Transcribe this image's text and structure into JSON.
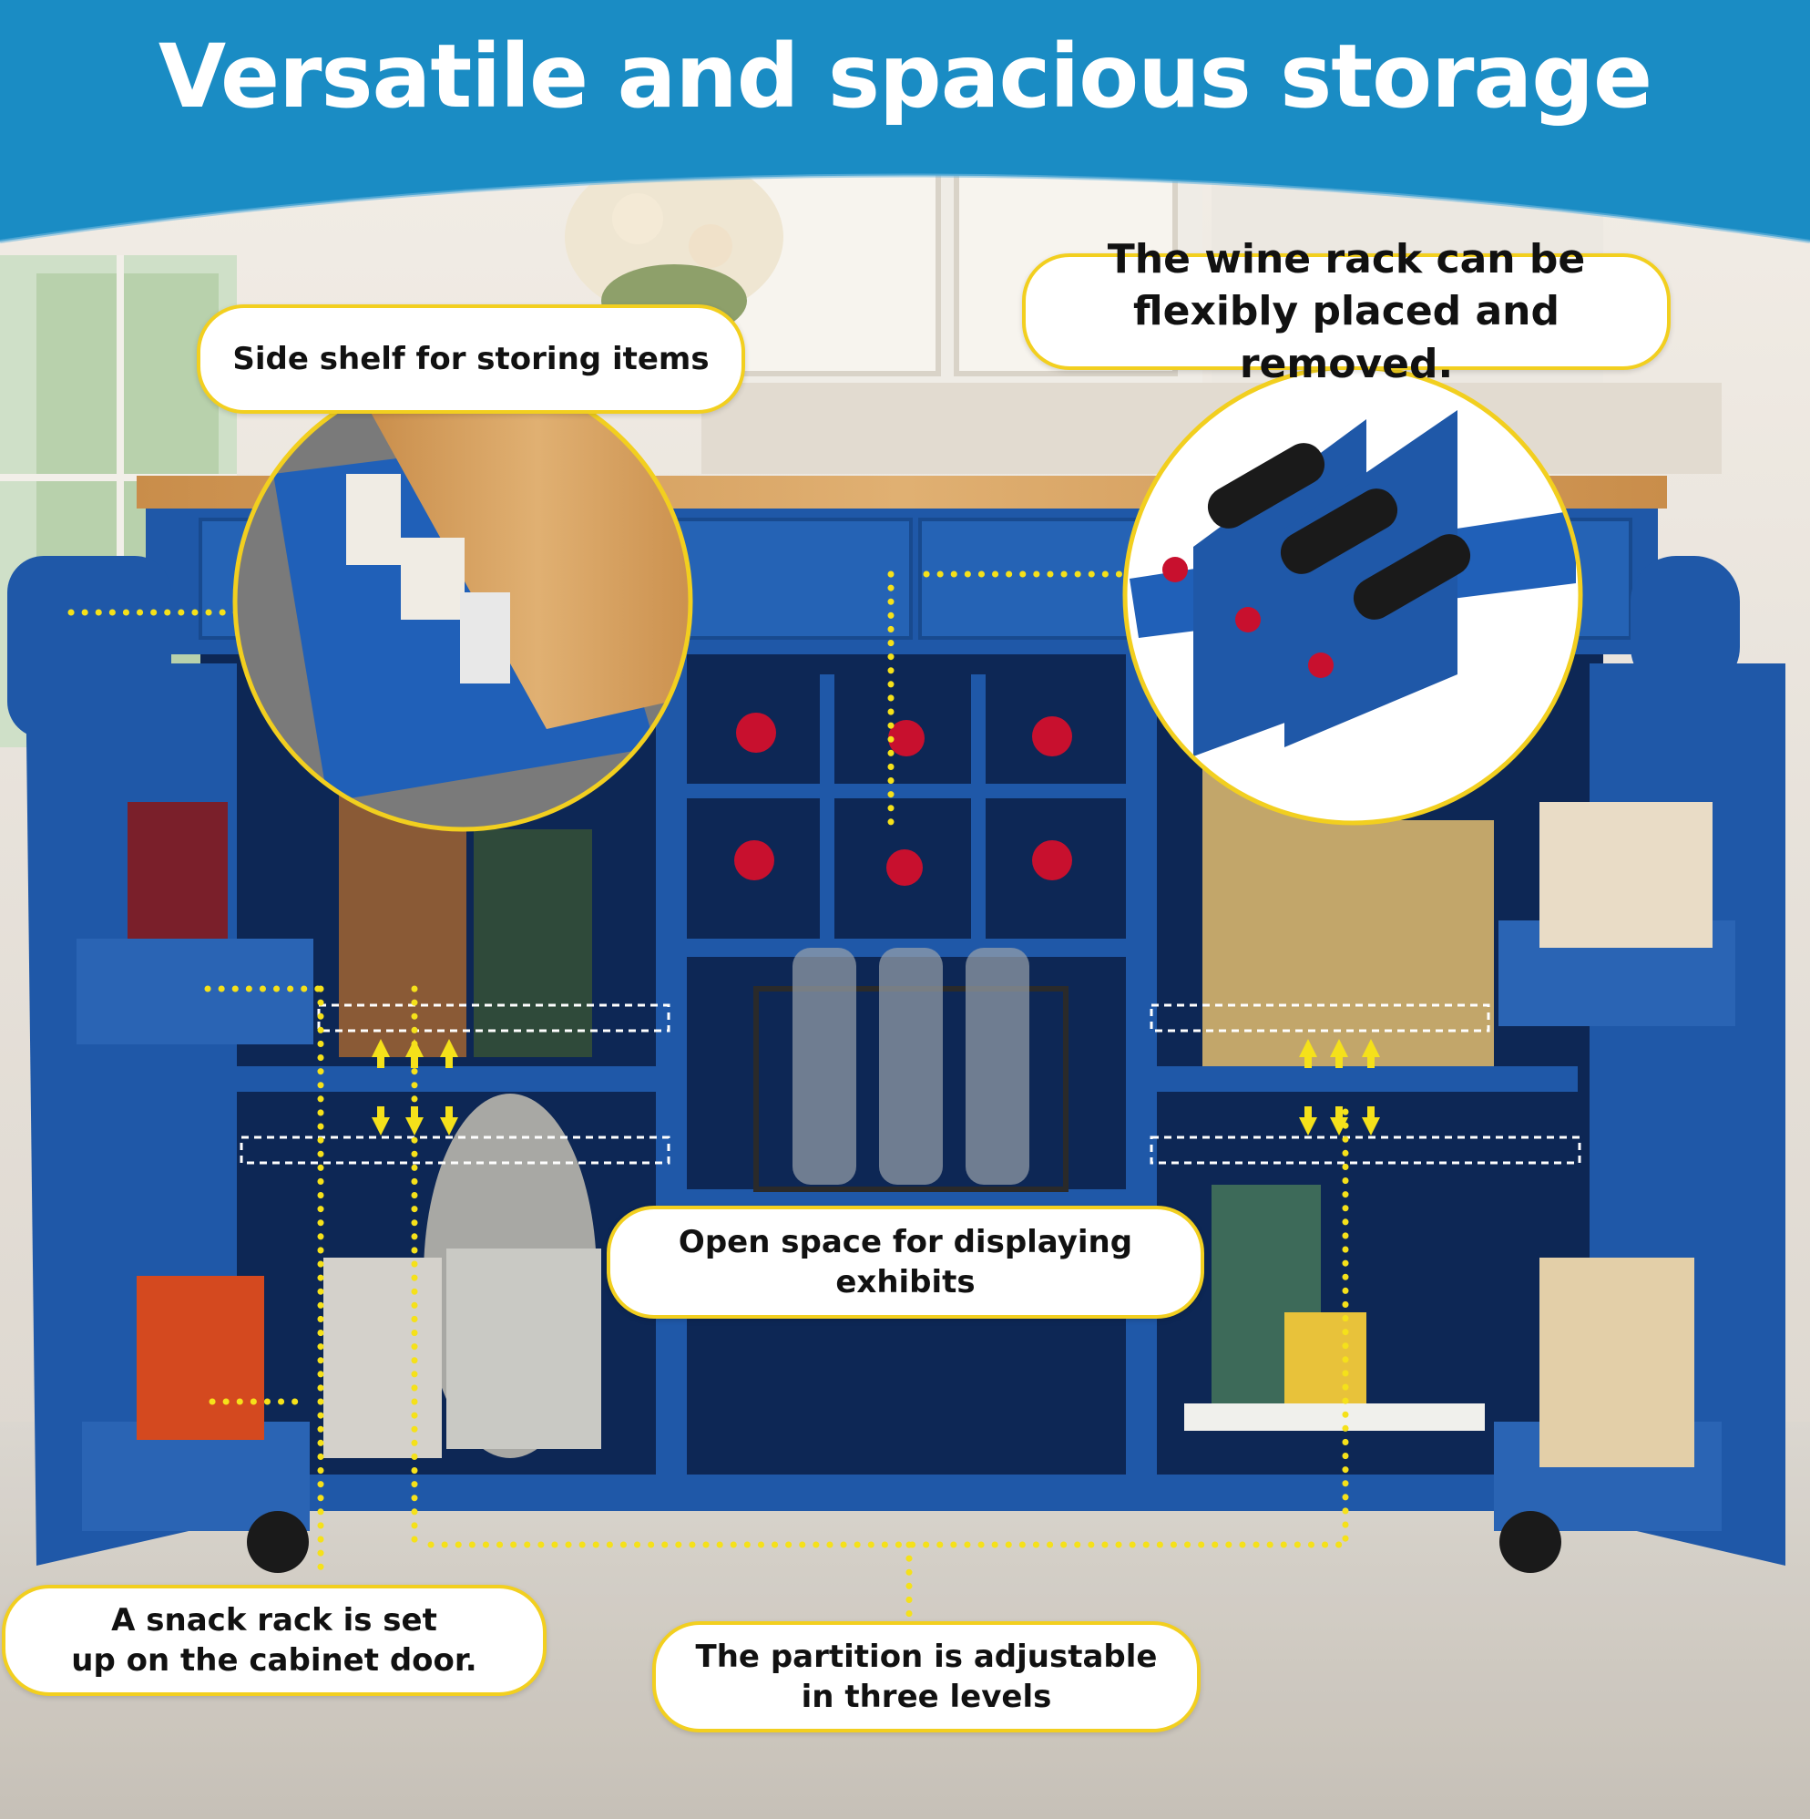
{
  "header": {
    "title": "Versatile and spacious storage",
    "background_color": "#1a8cc4"
  },
  "callouts": {
    "side_shelf": "Side shelf for storing items",
    "wine_rack_line1": "The wine rack can be",
    "wine_rack_line2": "flexibly placed and removed.",
    "open_space": "Open space for displaying exhibits",
    "snack_rack_line1": "A snack rack is set",
    "snack_rack_line2": "up on the cabinet door.",
    "partition_line1": "The partition is adjustable",
    "partition_line2": "in three levels"
  },
  "colors": {
    "cabinet_blue": "#1f58a8",
    "callout_border": "#f2cf1f",
    "dotted_line": "#f5e11a",
    "butcher_block": "#d9a764"
  },
  "icons": [
    "wine-bottle-icon",
    "up-arrow-icon",
    "down-arrow-icon",
    "wheel-icon"
  ]
}
